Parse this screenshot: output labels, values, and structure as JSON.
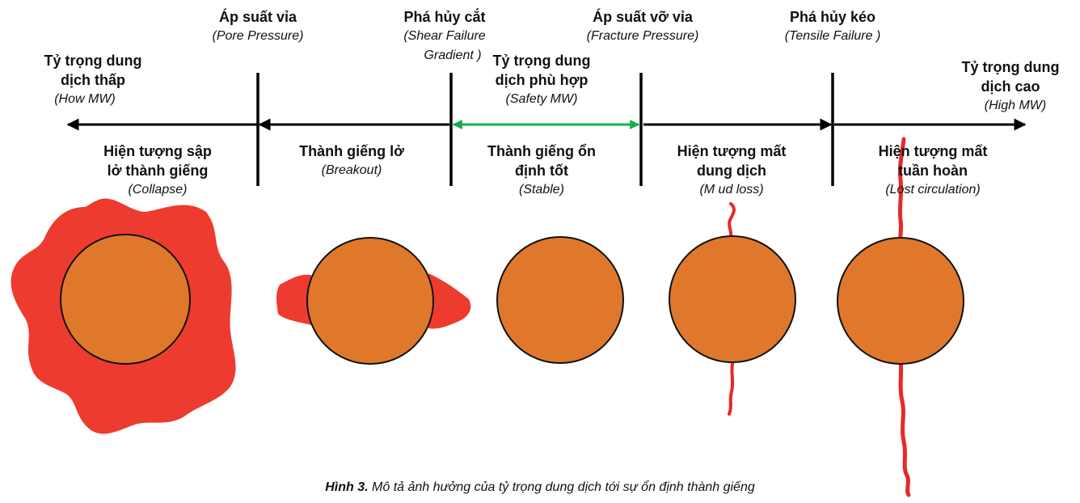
{
  "colors": {
    "arrow_black": "#000000",
    "arrow_green": "#12b04a",
    "hole_fill": "#e0782c",
    "failure_red": "#ee3b2f",
    "crack_red": "#e8282a"
  },
  "boundaries": [
    {
      "id": "pore",
      "title": "Áp suất vỉa",
      "subtitle": "(Pore Pressure)"
    },
    {
      "id": "shear",
      "title": "Phá hủy cắt",
      "subtitle_line1": "(Shear Failure",
      "subtitle_line2": "Gradient )"
    },
    {
      "id": "fracture",
      "title": "Áp suất vỡ vỉa",
      "subtitle": "(Fracture Pressure)"
    },
    {
      "id": "tensile",
      "title": "Phá hủy kéo",
      "subtitle": "(Tensile Failure )"
    }
  ],
  "axis_ends": {
    "low": {
      "line1": "Tỷ  trọng dung",
      "line2": "dịch thấp",
      "sub": "(How MW)"
    },
    "high": {
      "line1": "Tỷ trọng dung",
      "line2": "dịch cao",
      "sub": "(High MW)"
    }
  },
  "safe_window": {
    "line1": "Tỷ trọng dung",
    "line2": "dịch phù hợp",
    "sub": "(Safety MW)"
  },
  "states": [
    {
      "id": "collapse",
      "line1": "Hiện tượng sập",
      "line2": "lở thành giếng",
      "sub": "(Collapse)"
    },
    {
      "id": "breakout",
      "line1": "Thành giếng lở",
      "sub": "(Breakout)"
    },
    {
      "id": "stable",
      "line1": "Thành giếng ổn",
      "line2": "định tốt",
      "sub": "(Stable)"
    },
    {
      "id": "mudloss",
      "line1": "Hiện tượng mất",
      "line2": "dung dịch",
      "sub": "(M ud loss)"
    },
    {
      "id": "lost",
      "line1": "Hiện tượng mất",
      "line2": "tuần hoàn",
      "sub": "(Lost circulation)"
    }
  ],
  "caption": {
    "label": "Hình 3.",
    "text": " Mô tả ảnh hưởng của tỷ trọng dung dịch tới sự ổn định thành giếng"
  }
}
